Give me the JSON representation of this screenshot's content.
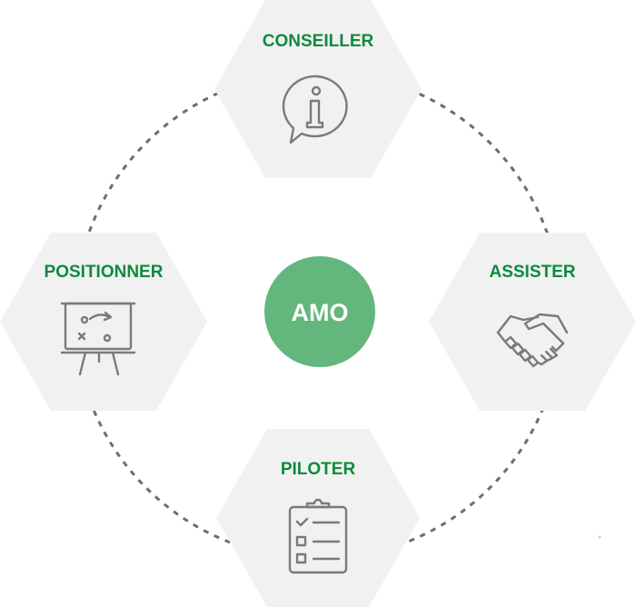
{
  "diagram": {
    "center": {
      "label": "AMO"
    },
    "nodes": [
      {
        "id": "conseiller",
        "label": "CONSEILLER",
        "icon": "info-speech-bubble-icon"
      },
      {
        "id": "assister",
        "label": "ASSISTER",
        "icon": "handshake-icon"
      },
      {
        "id": "piloter",
        "label": "PILOTER",
        "icon": "clipboard-checklist-icon"
      },
      {
        "id": "positionner",
        "label": "POSITIONNER",
        "icon": "strategy-board-icon"
      }
    ]
  },
  "colors": {
    "accent_green": "#0f8a3c",
    "center_fill": "#63b77c",
    "hexagon_fill": "#f1f1f1",
    "icon_stroke": "#7a7a7a",
    "dashed_circle": "#6e6e6e"
  }
}
